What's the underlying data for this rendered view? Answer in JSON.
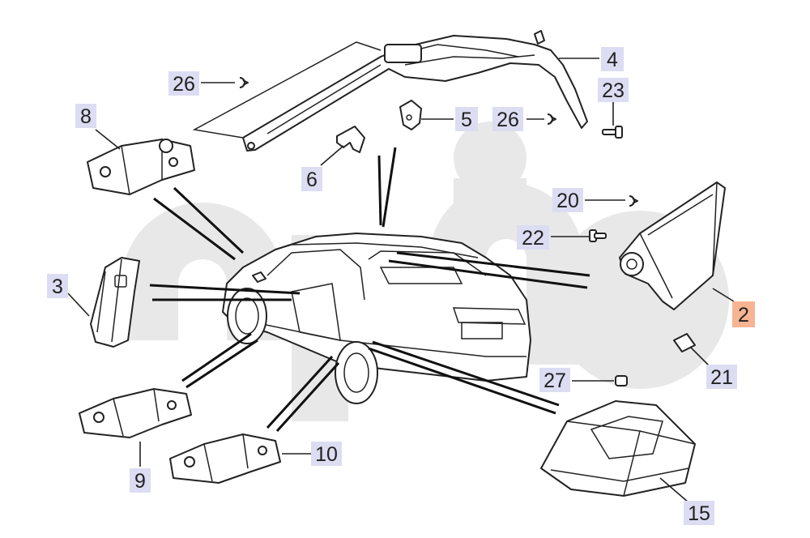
{
  "diagram": {
    "colors": {
      "label_bg": "#dcdcf2",
      "highlight_bg": "#f7b493",
      "watermark": "#e8e8e8",
      "line": "#222222"
    },
    "callouts": [
      {
        "id": "c4",
        "text": "4"
      },
      {
        "id": "c23",
        "text": "23"
      },
      {
        "id": "c26a",
        "text": "26"
      },
      {
        "id": "c26b",
        "text": "26"
      },
      {
        "id": "c8",
        "text": "8"
      },
      {
        "id": "c5",
        "text": "5"
      },
      {
        "id": "c6",
        "text": "6"
      },
      {
        "id": "c20",
        "text": "20"
      },
      {
        "id": "c22",
        "text": "22"
      },
      {
        "id": "c3",
        "text": "3"
      },
      {
        "id": "c2",
        "text": "2",
        "highlighted": true
      },
      {
        "id": "c21",
        "text": "21"
      },
      {
        "id": "c27",
        "text": "27"
      },
      {
        "id": "c9",
        "text": "9"
      },
      {
        "id": "c10",
        "text": "10"
      },
      {
        "id": "c15",
        "text": "15"
      }
    ]
  }
}
